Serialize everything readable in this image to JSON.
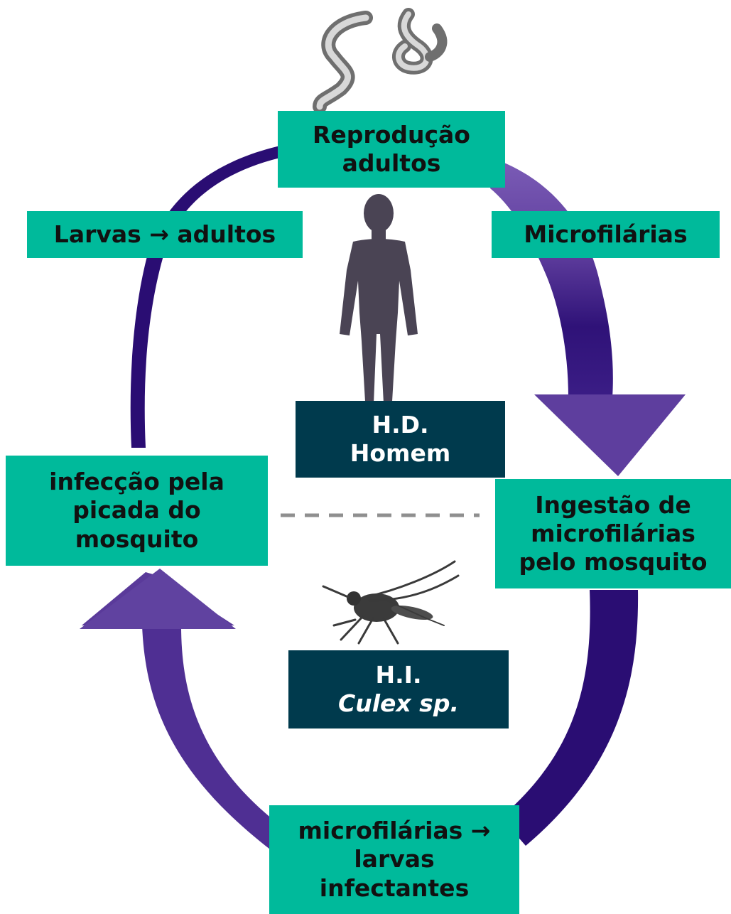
{
  "diagram": {
    "labels": {
      "reproducao": [
        "Reprodução",
        "adultos"
      ],
      "larvas_adultos": [
        "Larvas → adultos"
      ],
      "microfilarias": [
        "Microfilárias"
      ],
      "hd": [
        "H.D.",
        "Homem"
      ],
      "infeccao": [
        "infecção pela",
        "picada do",
        "mosquito"
      ],
      "ingestao": [
        "Ingestão de",
        "microfilárias",
        "pelo mosquito"
      ],
      "hi": [
        "H.I.",
        "Culex sp."
      ],
      "microfilarias_larvas": [
        "microfilárias →",
        "larvas",
        "infectantes"
      ]
    },
    "colors": {
      "box_teal": "#00ba9b",
      "box_navy": "#003a4d",
      "arrow_dark": "#2a0d73",
      "arrow_light": "#6c4aa3",
      "silhouette": "#4a4454"
    },
    "icons": [
      "worms-icon",
      "human-silhouette-icon",
      "mosquito-icon"
    ]
  }
}
